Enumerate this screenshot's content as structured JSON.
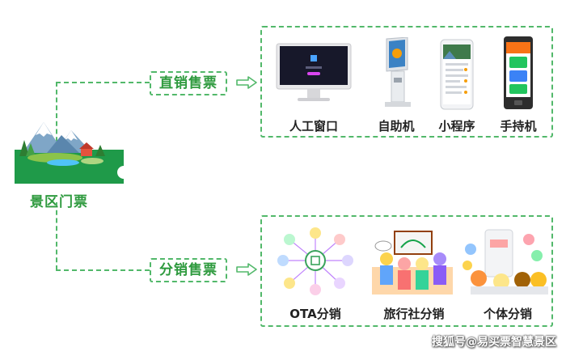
{
  "root": {
    "label": "景区门票"
  },
  "direct": {
    "label": "直销售票",
    "items": [
      {
        "label": "人工窗口",
        "icon": "desktop-monitor-icon"
      },
      {
        "label": "自助机",
        "icon": "kiosk-icon"
      },
      {
        "label": "小程序",
        "icon": "smartphone-icon"
      },
      {
        "label": "手持机",
        "icon": "handheld-terminal-icon"
      }
    ]
  },
  "distribution": {
    "label": "分销售票",
    "items": [
      {
        "label": "OTA分销",
        "icon": "ota-network-icon"
      },
      {
        "label": "旅行社分销",
        "icon": "travel-agency-icon"
      },
      {
        "label": "个体分销",
        "icon": "individuals-icon"
      }
    ]
  },
  "watermark": "搜狐号@易买票智慧景区",
  "colors": {
    "accent": "#52b86a",
    "text_green": "#2e9a3e",
    "ticket_green": "#1f9a49"
  }
}
